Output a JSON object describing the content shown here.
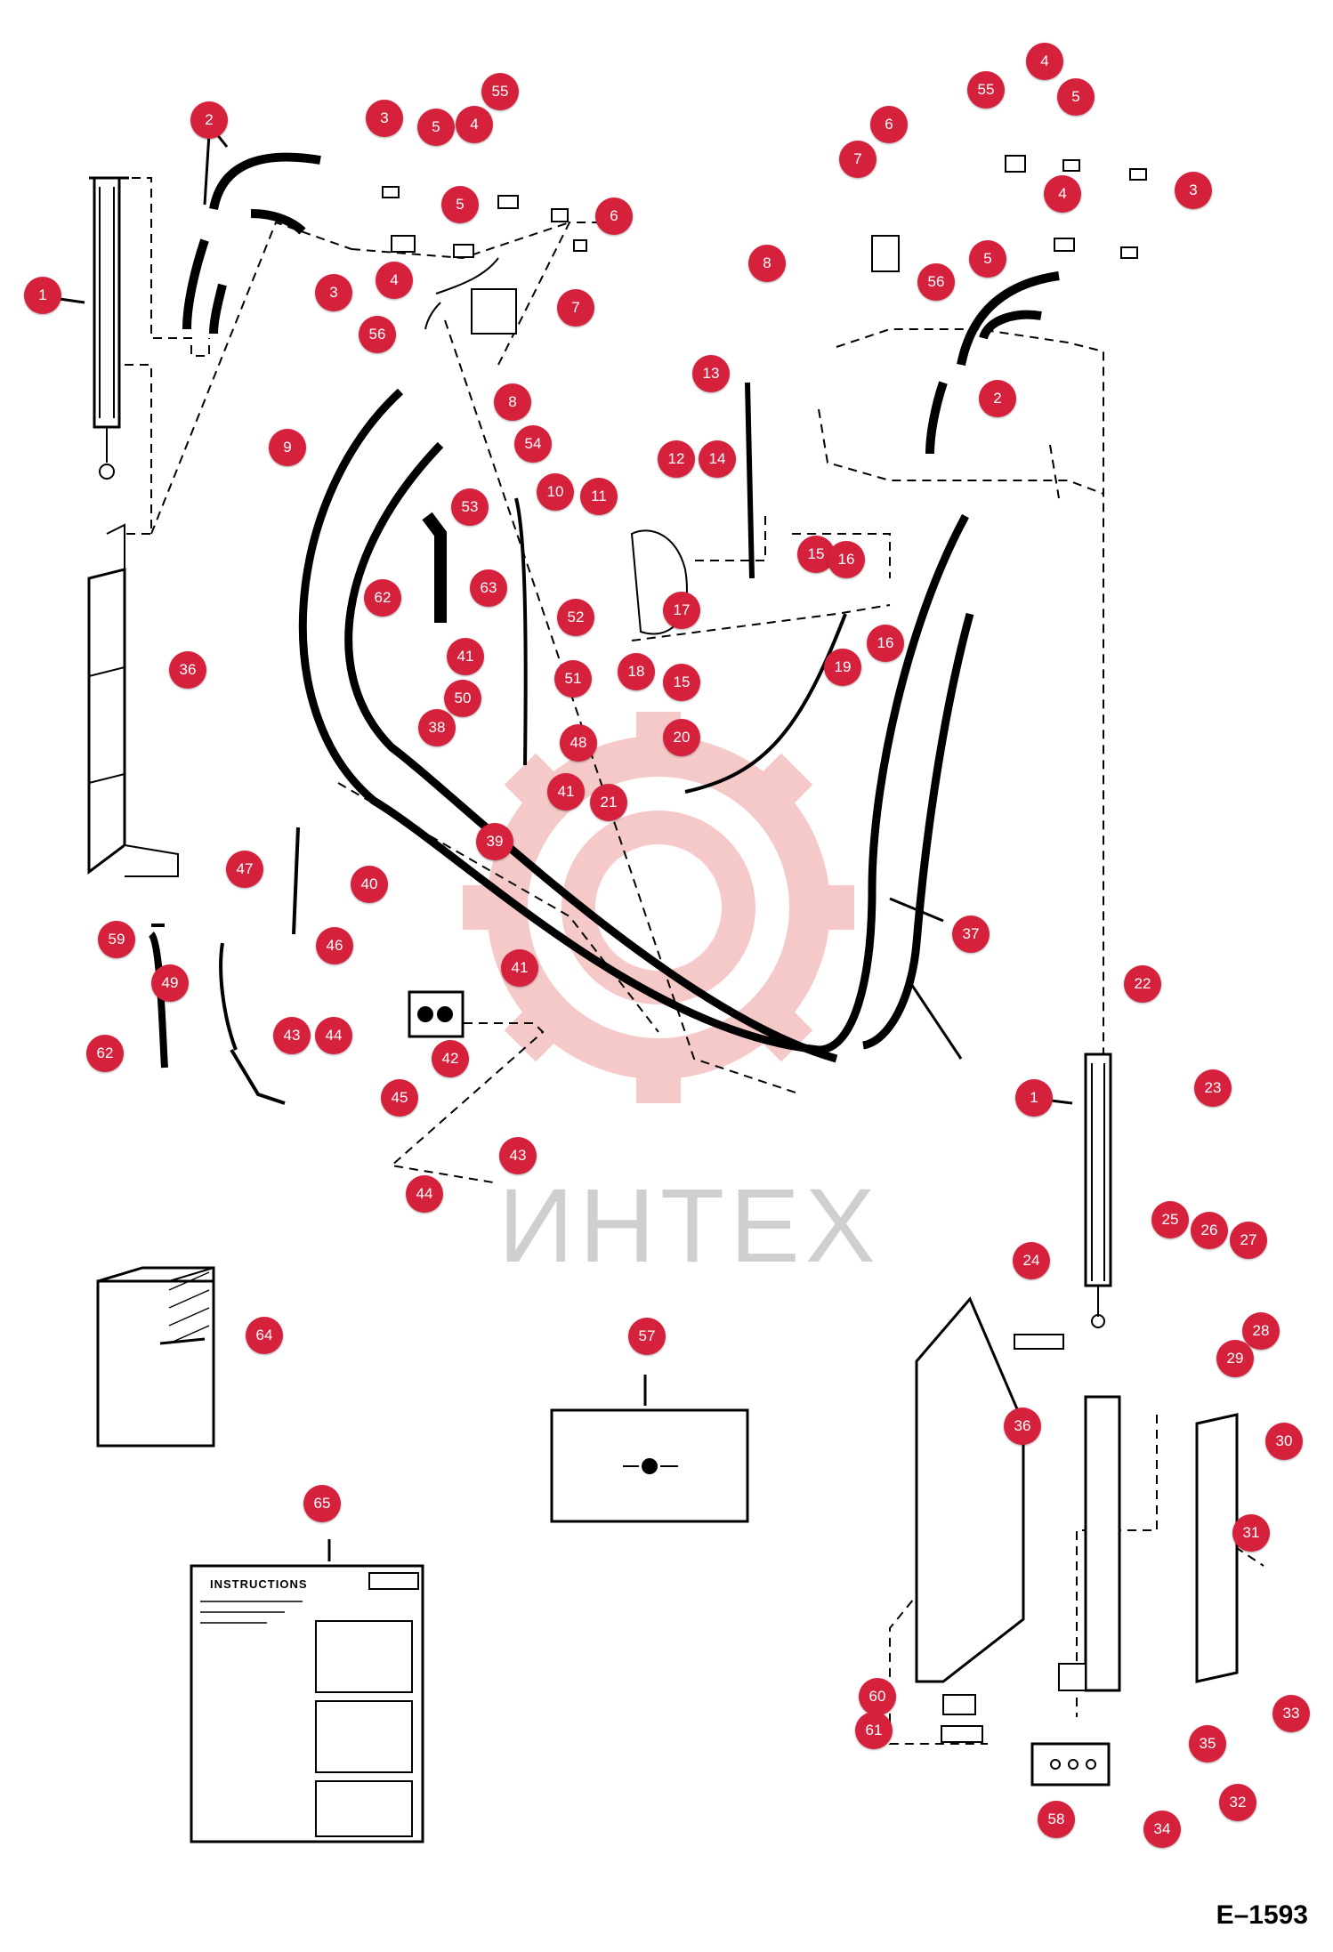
{
  "diagram": {
    "drawing_code": "E–1593",
    "watermark_text": "ИНТЕХ",
    "instructions_heading": "INSTRUCTIONS",
    "callouts": [
      "1",
      "2",
      "3",
      "4",
      "5",
      "6",
      "7",
      "8",
      "9",
      "10",
      "11",
      "12",
      "13",
      "14",
      "15",
      "16",
      "17",
      "18",
      "19",
      "20",
      "21",
      "22",
      "23",
      "24",
      "25",
      "26",
      "27",
      "28",
      "29",
      "30",
      "31",
      "32",
      "33",
      "34",
      "35",
      "36",
      "37",
      "38",
      "39",
      "40",
      "41",
      "42",
      "43",
      "44",
      "45",
      "46",
      "47",
      "48",
      "49",
      "50",
      "51",
      "52",
      "53",
      "54",
      "55",
      "56",
      "57",
      "58",
      "59",
      "60",
      "61",
      "62",
      "63",
      "64",
      "65"
    ],
    "colors": {
      "callout_fill": "#d5213c",
      "callout_text": "#ffffff",
      "line_art": "#000000",
      "watermark_logo": "#f6c9c9",
      "watermark_text": "#cfcfcf"
    }
  }
}
